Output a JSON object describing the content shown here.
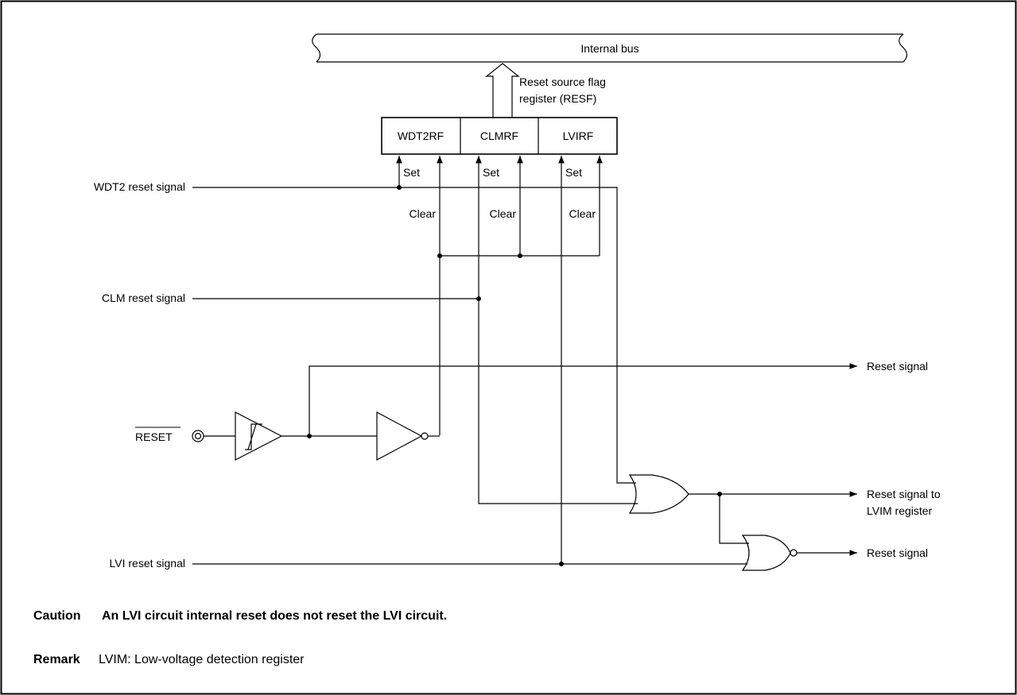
{
  "bus": {
    "label": "Internal bus"
  },
  "resf": {
    "line1": "Reset source flag",
    "line2": "register (RESF)"
  },
  "flags": [
    "WDT2RF",
    "CLMRF",
    "LVIRF"
  ],
  "flag_inputs": {
    "set": "Set",
    "clear": "Clear"
  },
  "inputs": {
    "wdt2": "WDT2 reset signal",
    "clm": "CLM reset signal",
    "reset_pin": "RESET",
    "lvi": "LVI reset signal"
  },
  "outputs": {
    "reset_top": "Reset signal",
    "lvim_line1": "Reset signal to",
    "lvim_line2": "LVIM register",
    "reset_bottom": "Reset signal"
  },
  "caution": {
    "label": "Caution",
    "text": "An LVI circuit internal reset does not reset the LVI circuit."
  },
  "remark": {
    "label": "Remark",
    "text": "LVIM:  Low-voltage detection register"
  }
}
